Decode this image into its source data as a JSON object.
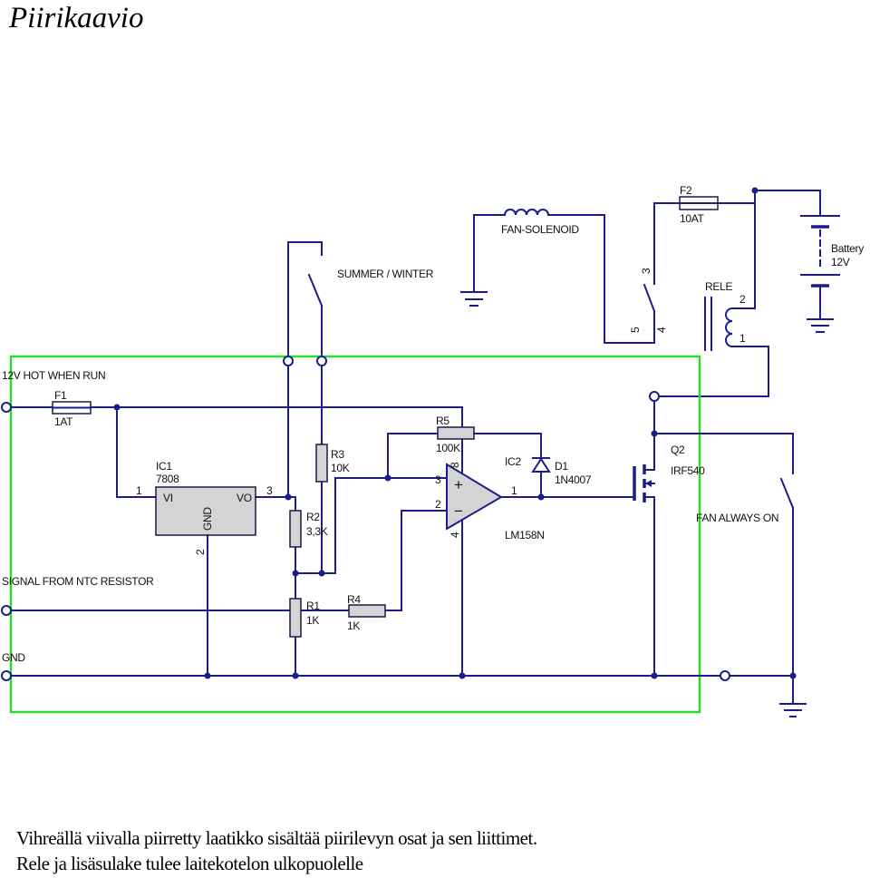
{
  "title": "Piirikaavio",
  "top": {
    "summer_winter_switch": "SUMMER / WINTER",
    "fan_solenoid": "FAN-SOLENOID",
    "fuse_f2": {
      "ref": "F2",
      "value": "10AT"
    },
    "battery": {
      "name": "Battery",
      "voltage": "12V"
    },
    "relay": {
      "name": "RELE",
      "pin_1": "1",
      "pin_2": "2",
      "pin_3": "3",
      "pin_4": "4",
      "pin_5": "5"
    }
  },
  "terminals": {
    "power": "12V HOT WHEN RUN",
    "signal": "SIGNAL FROM NTC RESISTOR",
    "ground": "GND"
  },
  "fuse_f1": {
    "ref": "F1",
    "value": "1AT"
  },
  "ic1": {
    "ref": "IC1",
    "part": "7808",
    "pin_vi": "VI",
    "pin_vo": "VO",
    "pin_gnd": "GND",
    "pin_1": "1",
    "pin_2": "2",
    "pin_3": "3"
  },
  "ic2": {
    "ref": "IC2",
    "part": "LM158N",
    "pin_1": "1",
    "pin_2": "2",
    "pin_3": "3",
    "pin_4": "4",
    "pin_8": "8",
    "plus": "+",
    "minus": "−"
  },
  "resistors": {
    "r1": {
      "ref": "R1",
      "value": "1K"
    },
    "r2": {
      "ref": "R2",
      "value": "3,3K"
    },
    "r3": {
      "ref": "R3",
      "value": "10K"
    },
    "r4": {
      "ref": "R4",
      "value": "1K"
    },
    "r5": {
      "ref": "R5",
      "value": "100K"
    }
  },
  "diode": {
    "ref": "D1",
    "part": "1N4007"
  },
  "mosfet": {
    "ref": "Q2",
    "part": "IRF540"
  },
  "fan_switch": "FAN ALWAYS ON",
  "colors": {
    "wire": "#1c1c8c",
    "board_outline": "#2edb2e"
  },
  "footer": {
    "line_1": "Vihreällä viivalla piirretty laatikko sisältää piirilevyn osat ja sen liittimet.",
    "line_2": "Rele ja lisäsulake tulee laitekotelon ulkopuolelle"
  }
}
